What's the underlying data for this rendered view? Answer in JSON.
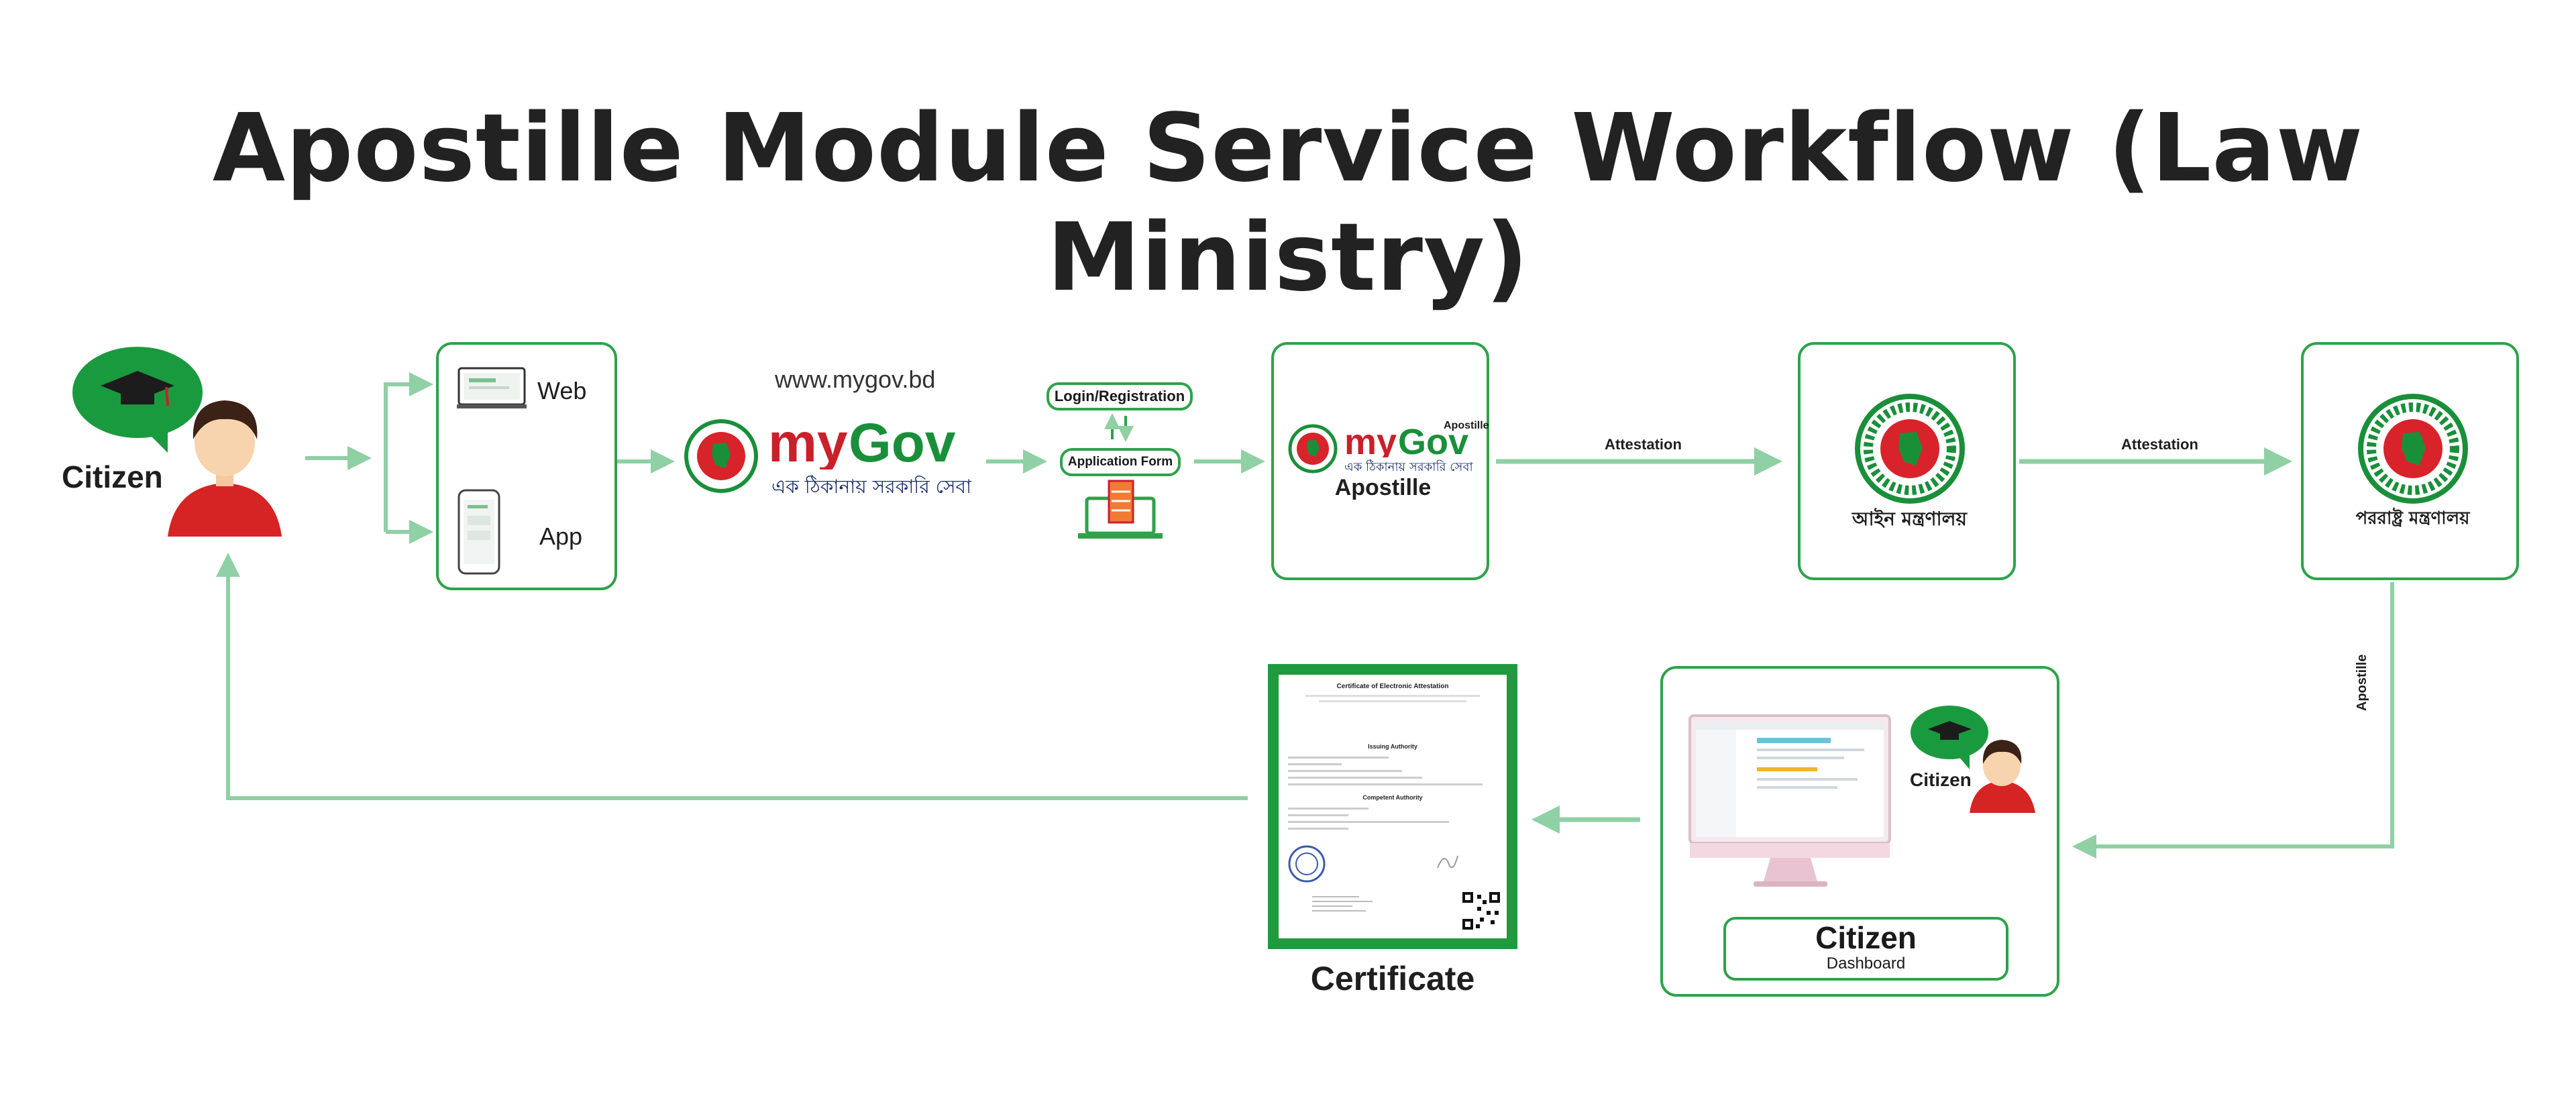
{
  "title": "Apostille Module Service Workflow (Law Ministry)",
  "citizen": {
    "label": "Citizen"
  },
  "channels": {
    "web_label": "Web",
    "app_label": "App"
  },
  "portal": {
    "url": "www.mygov.bd",
    "logo_my": "my",
    "logo_gov": "Gov",
    "tagline": "এক ঠিকানায় সরকারি সেবা"
  },
  "forms": {
    "login_label": "Login/Registration",
    "application_label": "Application Form"
  },
  "apostille_card": {
    "logo_my": "my",
    "logo_gov": "Gov",
    "logo_small": "Apostille",
    "tagline": "এক ঠিকানায় সরকারি সেবা",
    "label": "Apostille"
  },
  "arrows": {
    "attestation_1": "Attestation",
    "attestation_2": "Attestation",
    "apostille": "Apostille"
  },
  "law_ministry": {
    "label": "আইন মন্ত্রণালয়"
  },
  "foreign_ministry": {
    "label": "পররাষ্ট্র মন্ত্রণালয়"
  },
  "dashboard": {
    "citizen_label": "Citizen",
    "title": "Citizen",
    "subtitle": "Dashboard"
  },
  "certificate": {
    "label": "Certificate",
    "doc_title": "Certificate of Electronic Attestation",
    "issuing_authority": "Issuing Authority",
    "competent_authority": "Competent Authority"
  },
  "colors": {
    "accent_green": "#2fa24b",
    "arrow_green": "#8fd0a4",
    "brand_red": "#c9202a",
    "brand_green": "#1a8f3a"
  }
}
